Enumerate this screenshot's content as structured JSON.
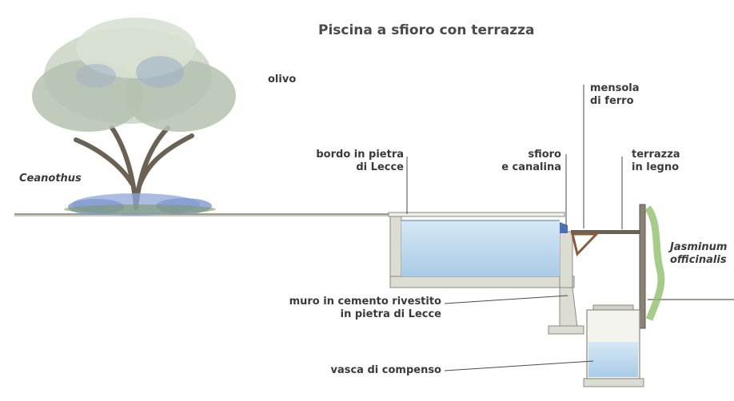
{
  "title": "Piscina a sfioro con terrazza",
  "labels": {
    "olivo": "olivo",
    "ceanothus": "Ceanothus",
    "bordo_1": "bordo in pietra",
    "bordo_2": "di Lecce",
    "sfioro_1": "sfioro",
    "sfioro_2": "e canalina",
    "mensola_1": "mensola",
    "mensola_2": "di ferro",
    "terrazza_1": "terrazza",
    "terrazza_2": "in legno",
    "jasminum_1": "Jasminum",
    "jasminum_2": "officinalis",
    "muro_1": "muro in cemento rivestito",
    "muro_2": "in pietra di Lecce",
    "vasca": "vasca di compenso"
  },
  "colors": {
    "water": "#bcd8ee",
    "concrete": "#dcdcd2",
    "foliage": "#b9c6b2",
    "lavender": "#8fa6d8",
    "wood": "#6b6256",
    "iron": "#8a5a3c"
  }
}
